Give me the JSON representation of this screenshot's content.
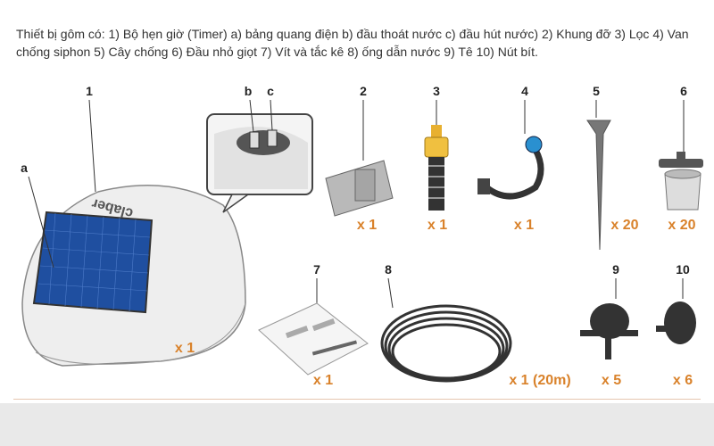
{
  "caption": "Thiết bị gôm có: 1) Bộ hẹn giờ (Timer) a) bảng quang điện b) đầu thoát nước c) đầu hút nước) 2) Khung đỡ 3) Lọc 4) Van chống siphon 5) Cây chống 6) Đầu nhỏ giọt 7) Vít và tắc kê 8) ống dẫn nước 9) Tê 10) Nút bít.",
  "brand_logo": "claber",
  "labels": {
    "n1": "1",
    "a": "a",
    "b": "b",
    "c": "c",
    "n2": "2",
    "n3": "3",
    "n4": "4",
    "n5": "5",
    "n6": "6",
    "n7": "7",
    "n8": "8",
    "n9": "9",
    "n10": "10"
  },
  "quantities": {
    "q1": "x 1",
    "q2": "x 1",
    "q3": "x 1",
    "q4": "x 1",
    "q5": "x 20",
    "q6": "x 20",
    "q7": "x 1",
    "q8": "x 1 (20m)",
    "q9": "x 5",
    "q10": "x 6"
  },
  "colors": {
    "quantity": "#d9822b",
    "solar_panel": "#1f4fa0",
    "footer": "#e9e9e9"
  }
}
